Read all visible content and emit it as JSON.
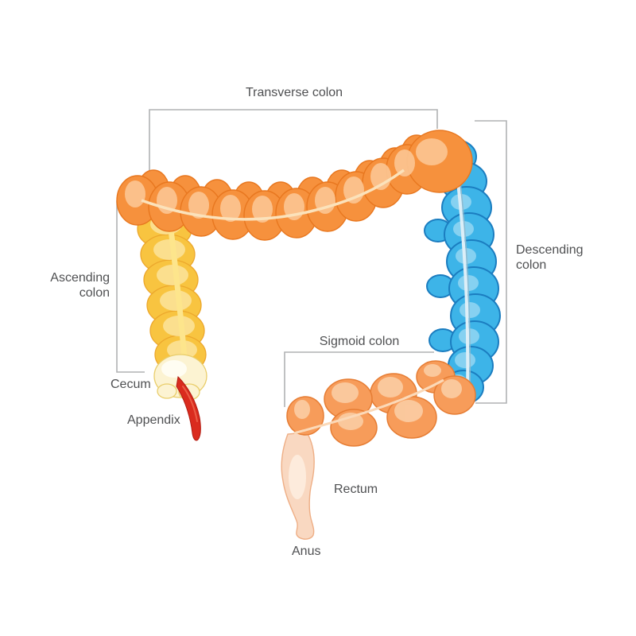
{
  "figure": {
    "subject": "Large intestine anatomy diagram",
    "background": "#ffffff"
  },
  "labels": {
    "transverse_colon": "Transverse colon",
    "ascending_colon": "Ascending colon",
    "descending_colon": "Descending colon",
    "sigmoid_colon": "Sigmoid colon",
    "cecum": "Cecum",
    "appendix": "Appendix",
    "rectum": "Rectum",
    "anus": "Anus"
  },
  "colors": {
    "label": "#4f5052",
    "bracket": "#b0b2b4",
    "transverse_main": "#f6913d",
    "transverse_outline": "#e8771f",
    "transverse_highlight": "#fcc693",
    "transverse_tenia": "#fbe2bb",
    "ascending_main": "#f8c440",
    "ascending_outline": "#eca72c",
    "ascending_highlight": "#fce49c",
    "ascending_tenia": "#fde58c",
    "descending_main": "#3db4e8",
    "descending_outline": "#1b7dc0",
    "descending_highlight": "#8ed5f2",
    "descending_tenia": "#ddeef7",
    "descending_tenia_edge": "#8fb9ce",
    "sigmoid_main": "#f79c5a",
    "sigmoid_outline": "#e67d34",
    "sigmoid_highlight": "#fbcda4",
    "sigmoid_tenia": "#fbd9b8",
    "rectum_main": "#f9d8c1",
    "rectum_outline": "#eeae85",
    "rectum_highlight": "#fdebdc",
    "cecum_main": "#fcf3d2",
    "cecum_outline": "#e9cd6a",
    "cecum_highlight": "#fffdf2",
    "appendix_main": "#da2b1e",
    "appendix_outline": "#b11a10",
    "appendix_highlight": "#ef6a50"
  }
}
